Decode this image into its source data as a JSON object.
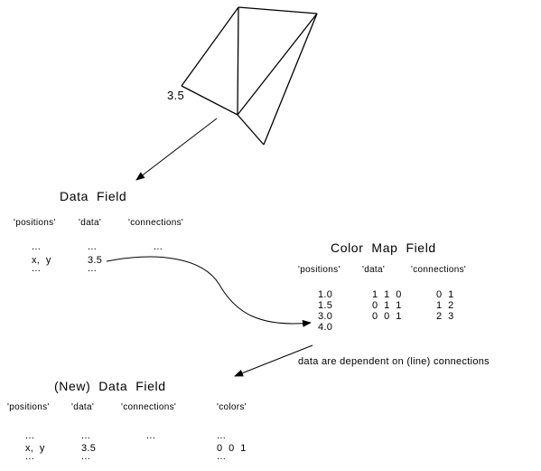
{
  "mesh_label": "3.5",
  "data_field": {
    "title": "Data  Field",
    "headers": [
      "'positions'",
      "'data'",
      "'connections'"
    ],
    "dots": "...",
    "position_value": "x,  y",
    "data_value": "3.5"
  },
  "color_map_field": {
    "title": "Color  Map  Field",
    "headers": [
      "'positions'",
      "'data'",
      "'connections'"
    ],
    "positions": [
      "1.0",
      "1.5",
      "3.0",
      "4.0"
    ],
    "data": [
      "1  1  0",
      "0  1  1",
      "0  0  1"
    ],
    "connections": [
      "0  1",
      "1  2",
      "2  3"
    ]
  },
  "note": "data are dependent on (line) connections",
  "new_data_field": {
    "title": "(New)  Data  Field",
    "headers": [
      "'positions'",
      "'data'",
      "'connections'",
      "'colors'"
    ],
    "dots": "...",
    "position_value": "x,  y",
    "data_value": "3.5",
    "color_value": "0  0  1"
  }
}
